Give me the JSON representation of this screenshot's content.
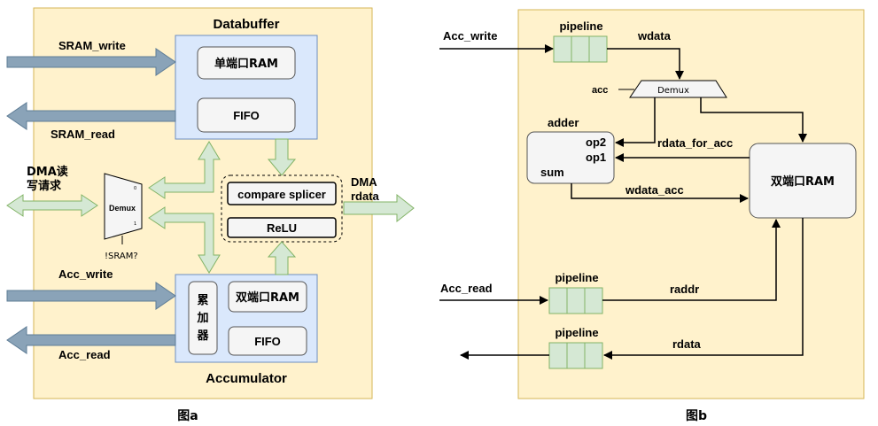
{
  "fig_a": {
    "caption": "图a",
    "databuffer": {
      "title": "Databuffer",
      "ram": "单端口RAM",
      "fifo": "FIFO"
    },
    "accumulator": {
      "title": "Accumulator",
      "adder_chars": [
        "累",
        "加",
        "器"
      ],
      "ram": "双端口RAM",
      "fifo": "FIFO"
    },
    "splicer": {
      "compare": "compare splicer",
      "relu": "ReLU"
    },
    "demux": {
      "label": "Demux",
      "sel": "!SRAM?"
    },
    "signals": {
      "sram_write": "SRAM_write",
      "sram_read": "SRAM_read",
      "dma_req_line1": "DMA读",
      "dma_req_line2": "写请求",
      "acc_write": "Acc_write",
      "acc_read": "Acc_read",
      "dma_rdata_line1": "DMA",
      "dma_rdata_line2": "rdata"
    }
  },
  "fig_b": {
    "caption": "图b",
    "pipelines": [
      "pipeline",
      "pipeline",
      "pipeline"
    ],
    "demux": {
      "label": "Demux",
      "sel": "acc"
    },
    "adder": {
      "title": "adder",
      "op2": "op2",
      "op1": "op1",
      "sum": "sum"
    },
    "ram": "双端口RAM",
    "signals": {
      "acc_write": "Acc_write",
      "wdata": "wdata",
      "rdata_for_acc": "rdata_for_acc",
      "wdata_acc": "wdata_acc",
      "acc_read": "Acc_read",
      "raddr": "raddr",
      "rdata": "rdata"
    }
  },
  "colors": {
    "panel_fill": "#fff2cc",
    "panel_border": "#d6b656",
    "block_fill": "#dae8fc",
    "block_border": "#6c8ebf",
    "inner_fill": "#f5f5f5",
    "green_fill": "#d5e8d4",
    "green_border": "#82b366",
    "gray_arrow": "#8aa3b8"
  }
}
